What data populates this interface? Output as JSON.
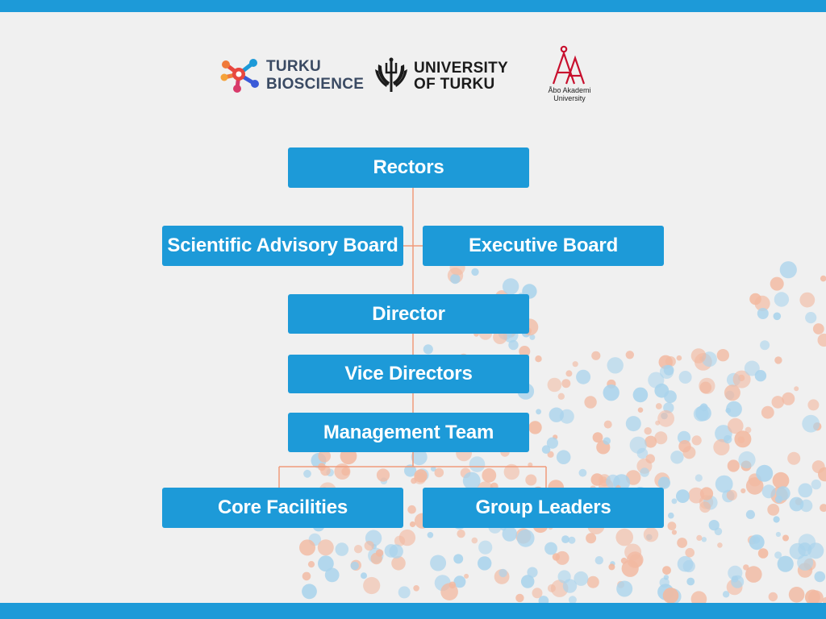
{
  "logos": {
    "turku_bioscience": {
      "line1": "TURKU",
      "line2": "BIOSCIENCE",
      "icon": "molecule-icon"
    },
    "university_of_turku": {
      "line1": "UNIVERSITY",
      "line2": "OF TURKU",
      "icon": "trident-wings-icon"
    },
    "abo_akademi": {
      "line1": "Åbo Akademi",
      "line2": "University",
      "icon": "aa-monogram-icon"
    }
  },
  "org_chart": {
    "rectors": "Rectors",
    "scientific_advisory_board": "Scientific Advisory Board",
    "executive_board": "Executive Board",
    "director": "Director",
    "vice_directors": "Vice Directors",
    "management_team": "Management Team",
    "core_facilities": "Core Facilities",
    "group_leaders": "Group Leaders"
  },
  "colors": {
    "box": "#1d9ad8",
    "connector": "#f09a7a",
    "background": "#f0f0f0",
    "dot_orange": "#f2b9a1",
    "dot_blue": "#a9d3ec"
  }
}
